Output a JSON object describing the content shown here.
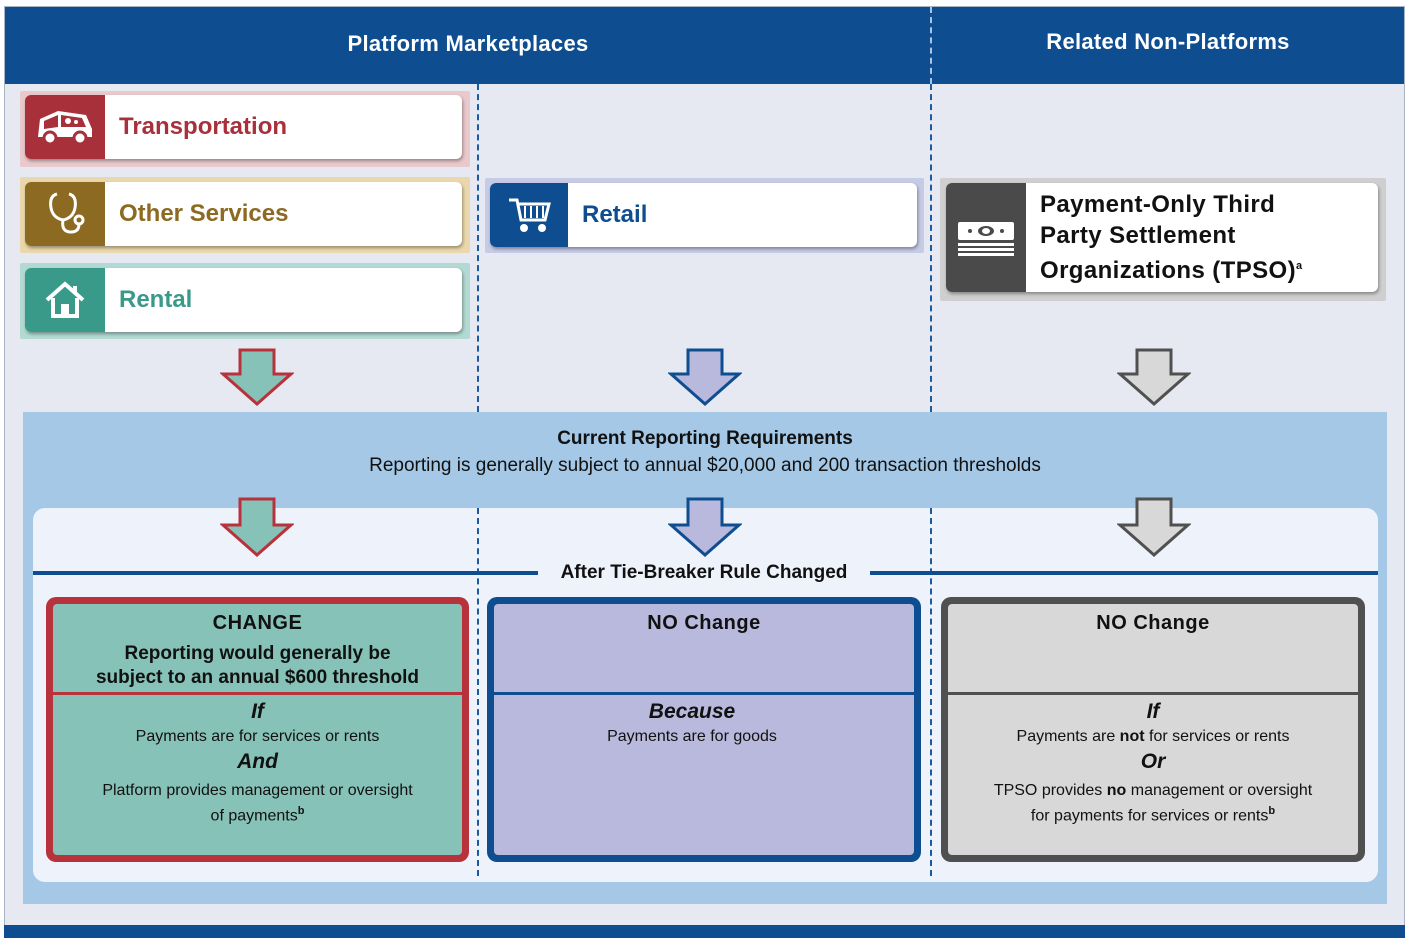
{
  "header": {
    "left_title": "Platform Marketplaces",
    "right_title": "Related Non-Platforms"
  },
  "categories": {
    "transportation": {
      "label": "Transportation",
      "icon": "car-icon",
      "color": "#a8303a"
    },
    "other_services": {
      "label": "Other Services",
      "icon": "stethoscope-icon",
      "color": "#8c6a22"
    },
    "rental": {
      "label": "Rental",
      "icon": "house-icon",
      "color": "#3a9a8a"
    },
    "retail": {
      "label": "Retail",
      "icon": "cart-icon",
      "color": "#0e4e90"
    },
    "tpso": {
      "line1": "Payment-Only Third",
      "line2": "Party Settlement",
      "line3": "Organizations (TPSO)",
      "footnote": "a",
      "icon": "money-icon",
      "color": "#4a4a4a"
    }
  },
  "current": {
    "title": "Current Reporting Requirements",
    "subtitle": "Reporting is generally subject to annual $20,000 and 200 transaction thresholds"
  },
  "tie_breaker": {
    "label": "After Tie-Breaker Rule Changed"
  },
  "outcomes": {
    "left": {
      "title": "CHANGE",
      "text_line1": "Reporting would generally be",
      "text_line2": "subject to an annual $600 threshold",
      "cond1_word": "If",
      "cond1_text": "Payments are for services or rents",
      "cond2_word": "And",
      "cond2_line1": "Platform provides management or oversight",
      "cond2_line2": "of payments",
      "footnote": "b"
    },
    "middle": {
      "title": "NO Change",
      "cond1_word": "Because",
      "cond1_text": "Payments are for goods"
    },
    "right": {
      "title": "NO Change",
      "cond1_word": "If",
      "cond1_pre": "Payments are ",
      "cond1_bold": "not",
      "cond1_post": " for services or rents",
      "cond2_word": "Or",
      "cond2_pre": "TPSO provides ",
      "cond2_bold": "no",
      "cond2_post": " management or oversight",
      "cond2_line2": "for payments for services or rents",
      "footnote": "b"
    }
  },
  "colors": {
    "header_blue": "#0e4e90",
    "teal_fill": "#86c2b8",
    "red_border": "#b8323c",
    "lavender_fill": "#b8b9dc",
    "gray_fill": "#d8d8d8",
    "gray_border": "#505050"
  }
}
